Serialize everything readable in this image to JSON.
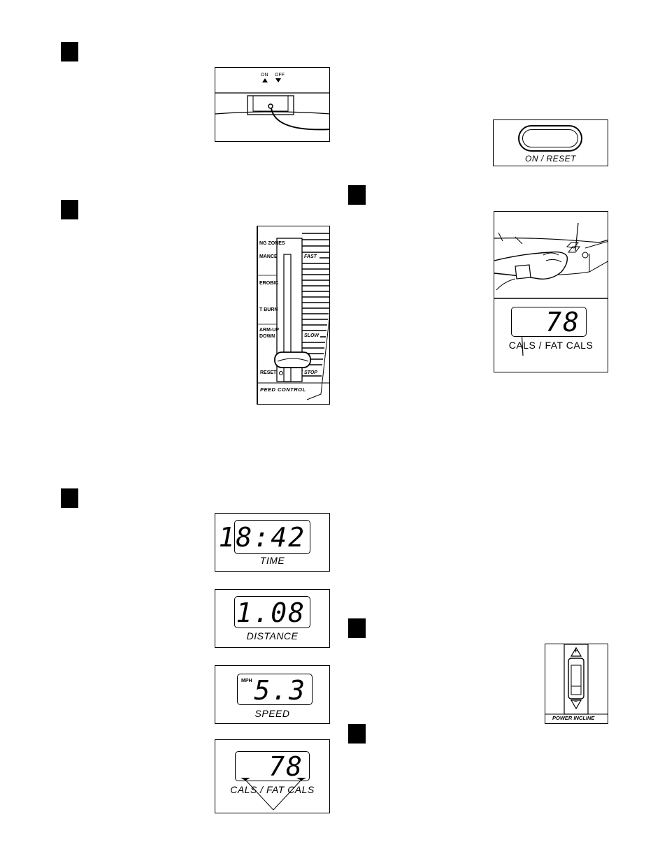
{
  "step_markers": [
    "",
    "",
    "",
    "",
    "",
    ""
  ],
  "power_switch": {
    "on_label": "ON",
    "off_label": "OFF"
  },
  "on_reset_button": {
    "label": "ON / RESET"
  },
  "speed_control": {
    "title": "PEED CONTROL",
    "zones": [
      "NG ZONES",
      "MANCE",
      "EROBIC",
      "T BURN",
      "ARM-UP",
      "DOWN"
    ],
    "fast": "FAST",
    "slow": "SLOW",
    "stop": "STOP",
    "reset": "RESET"
  },
  "pulse_display": {
    "value": "78",
    "label": "CALS / FAT CALS"
  },
  "time_display": {
    "value": "18:42",
    "label": "TIME"
  },
  "distance_display": {
    "value": "1.08",
    "label": "DISTANCE"
  },
  "speed_display": {
    "unit": "MPH",
    "value": "5.3",
    "label": "SPEED"
  },
  "calories_display": {
    "value": "78",
    "label": "CALS / FAT CALS"
  },
  "power_incline": {
    "label": "POWER INCLINE",
    "plus": "+",
    "minus": "–"
  }
}
